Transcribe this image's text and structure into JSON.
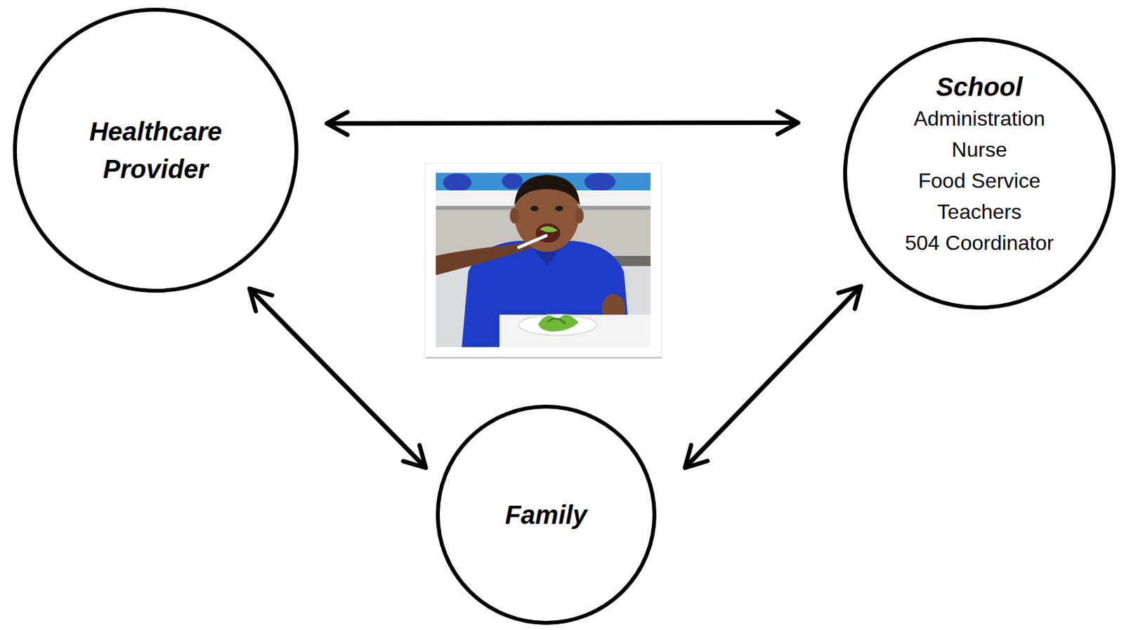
{
  "diagram": {
    "nodes": [
      {
        "text": [
          "Healthcare Provider"
        ]
      },
      {
        "text": [
          "School",
          "Administration",
          "Nurse",
          "Food Service",
          "Teachers",
          "504 Coordinator"
        ]
      },
      {
        "text": [
          "Family"
        ]
      }
    ],
    "edges": [
      {
        "from": 0,
        "to": 1,
        "arrow": "both"
      },
      {
        "from": 0,
        "to": 2,
        "arrow": "both"
      },
      {
        "from": 1,
        "to": 2,
        "arrow": "both"
      }
    ]
  }
}
